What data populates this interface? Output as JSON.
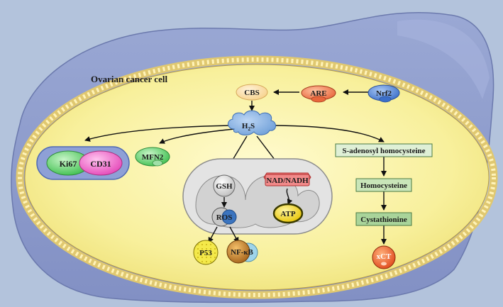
{
  "diagram": {
    "cell_label": "Ovarian cancer cell",
    "nodes": {
      "cbs": "CBS",
      "are": "ARE",
      "nrf2": "Nrf2",
      "h2s": "H",
      "h2s_sub": "2",
      "h2s_tail": "S",
      "ki67": "Ki67",
      "cd31": "CD31",
      "mfn2": "MFN2",
      "gsh": "GSH",
      "ros": "ROS",
      "nad": "NAD/NADH",
      "atp": "ATP",
      "p53": "P53",
      "nfkb": "NF-κB",
      "sah": "S-adenosyl homocysteine",
      "homocysteine": "Homocysteine",
      "cystathionine": "Cystathionine",
      "xct": "xCT"
    }
  },
  "colors": {
    "background": "#b3c3dc",
    "cell_outer": "#8e9dca",
    "nucleus_fill": "#fbf5a8",
    "membrane": "#d9bf6a",
    "mito_fill": "#d6d6d6",
    "box_green": "#c8e6b8"
  }
}
